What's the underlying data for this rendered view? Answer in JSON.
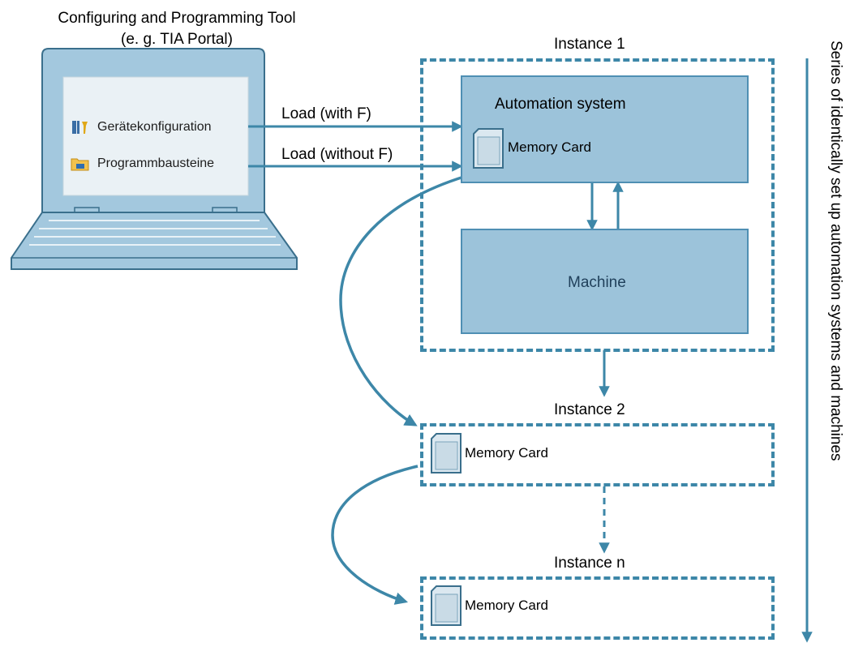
{
  "tool": {
    "title_line1": "Configuring and Programming Tool",
    "title_line2": "(e. g. TIA Portal)",
    "menu_items": [
      {
        "label": "Gerätekonfiguration",
        "icon": "device-config-icon"
      },
      {
        "label": "Programmbausteine",
        "icon": "program-blocks-folder-icon"
      }
    ]
  },
  "arrows": {
    "load_with_f": "Load (with F)",
    "load_without_f": "Load (without F)"
  },
  "instances": {
    "instance1": {
      "label": "Instance 1",
      "automation_system": "Automation system",
      "memory_card": "Memory Card",
      "machine": "Machine"
    },
    "instance2": {
      "label": "Instance 2",
      "memory_card": "Memory Card"
    },
    "instance_n": {
      "label": "Instance n",
      "memory_card": "Memory Card"
    }
  },
  "series_label": "Series of identically set up automation systems and machines",
  "colors": {
    "accent": "#3d87a8",
    "box_fill": "#9cc3da",
    "laptop_fill": "#a3c8de",
    "screen_fill": "#eaf1f5"
  }
}
